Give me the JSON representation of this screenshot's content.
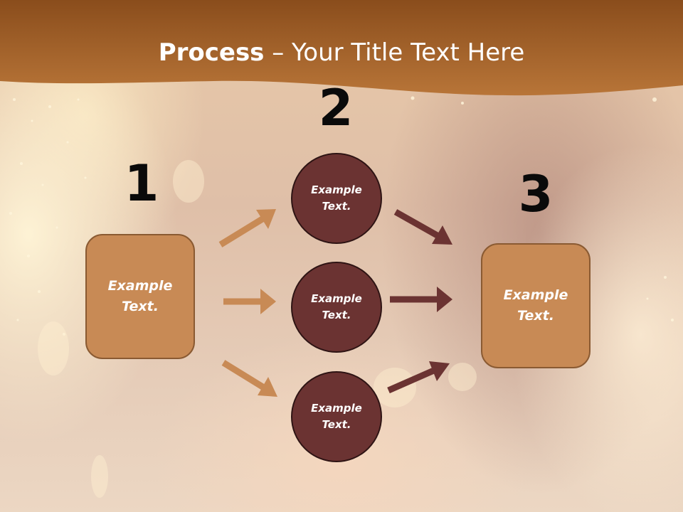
{
  "slide": {
    "title_strong": "Process",
    "title_rest": " – Your Title Text Here"
  },
  "steps": [
    {
      "number": "1",
      "box_text": "Example Text."
    },
    {
      "number": "2",
      "circles": [
        "Example Text.",
        "Example Text.",
        "Example Text."
      ]
    },
    {
      "number": "3",
      "box_text": "Example Text."
    }
  ],
  "colors": {
    "header": "#b06f2f",
    "box_fill": "#c88a55",
    "circle_fill": "#6b3332",
    "arrow_tan": "#c88a55",
    "arrow_dark": "#6b3332"
  }
}
